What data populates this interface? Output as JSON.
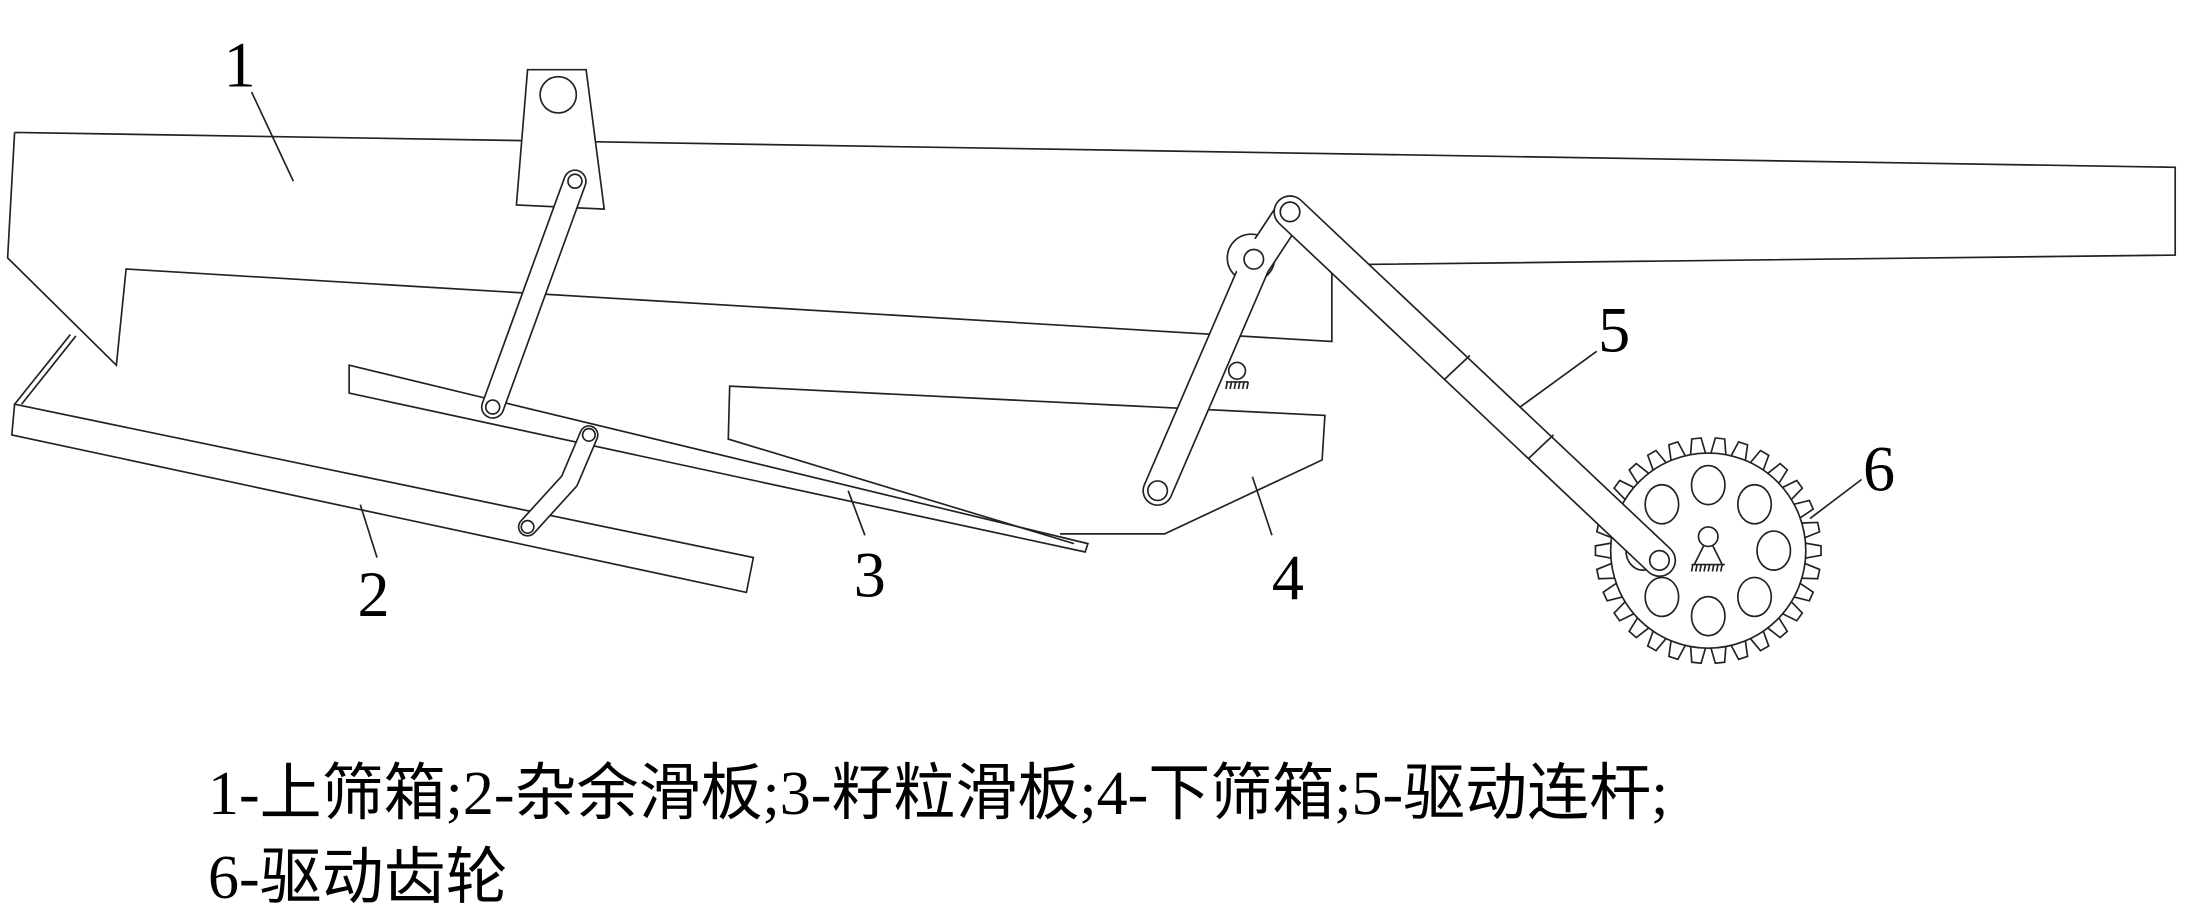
{
  "labels": {
    "l1": "1",
    "l2": "2",
    "l3": "3",
    "l4": "4",
    "l5": "5",
    "l6": "6"
  },
  "caption": {
    "line1": "1-上筛箱;2-杂余滑板;3-籽粒滑板;4-下筛箱;5-驱动连杆;",
    "line2": "6-驱动齿轮"
  }
}
